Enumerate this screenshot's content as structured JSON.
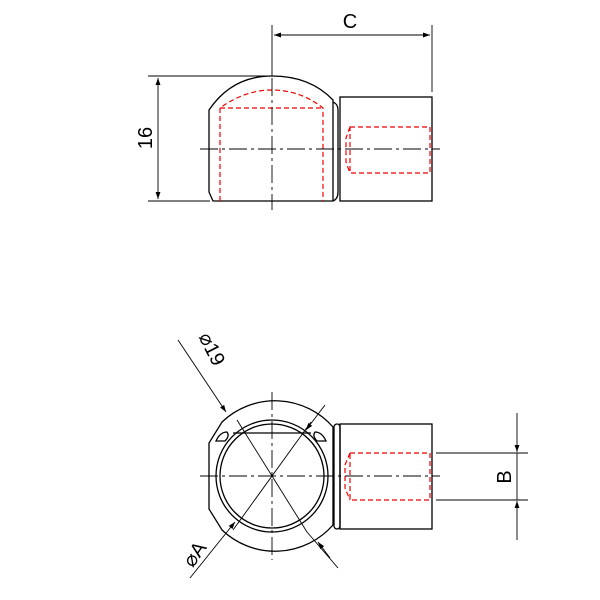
{
  "drawing": {
    "dimensions": {
      "top_width": "C",
      "top_height": "16",
      "outer_diameter": "⌀19",
      "inner_diameter": "⌀A",
      "thread_size": "B"
    },
    "colors": {
      "outline": "#000000",
      "hidden_lines": "#e00000"
    }
  }
}
